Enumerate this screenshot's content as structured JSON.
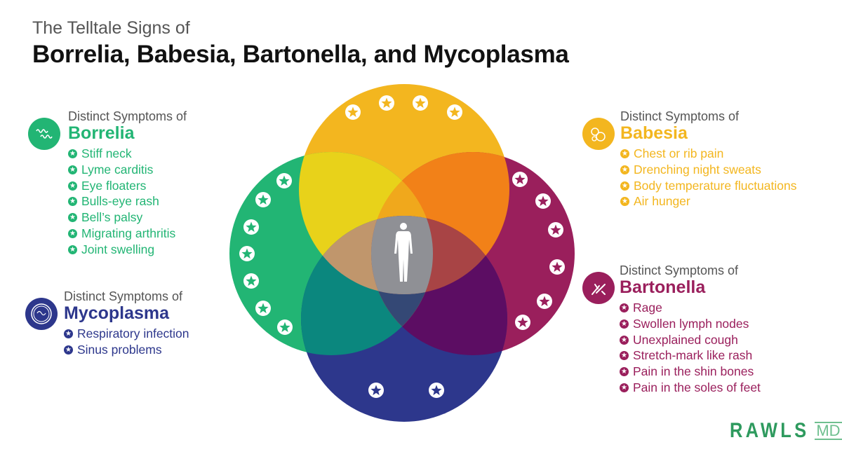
{
  "title": {
    "line1": "The Telltale Signs of",
    "line2": "Borrelia, Babesia, Bartonella, and Mycoplasma"
  },
  "colors": {
    "borrelia": "#22b574",
    "babesia": "#f3b61f",
    "bartonella": "#9a1f5c",
    "mycoplasma": "#2d378c",
    "center": "#8f9095"
  },
  "borrelia": {
    "subtitle": "Distinct Symptoms of",
    "name": "Borrelia",
    "icon": "spirochete-icon",
    "symptoms": [
      "Stiff neck",
      "Lyme carditis",
      "Eye floaters",
      "Bulls-eye rash",
      "Bell’s palsy",
      "Migrating arthritis",
      "Joint swelling"
    ]
  },
  "babesia": {
    "subtitle": "Distinct Symptoms of",
    "name": "Babesia",
    "icon": "blood-cells-icon",
    "symptoms": [
      "Chest or rib pain",
      "Drenching night sweats",
      "Body temperature fluctuations",
      "Air hunger"
    ]
  },
  "bartonella": {
    "subtitle": "Distinct Symptoms of",
    "name": "Bartonella",
    "icon": "bacteria-icon",
    "symptoms": [
      "Rage",
      "Swollen lymph nodes",
      "Unexplained cough",
      "Stretch-mark like rash",
      "Pain in the shin bones",
      "Pain in the soles of feet"
    ]
  },
  "mycoplasma": {
    "subtitle": "Distinct Symptoms of",
    "name": "Mycoplasma",
    "icon": "cell-icon",
    "symptoms": [
      "Respiratory infection",
      "Sinus problems"
    ]
  },
  "logo": {
    "main": "RAWLS",
    "suffix": "MD"
  }
}
